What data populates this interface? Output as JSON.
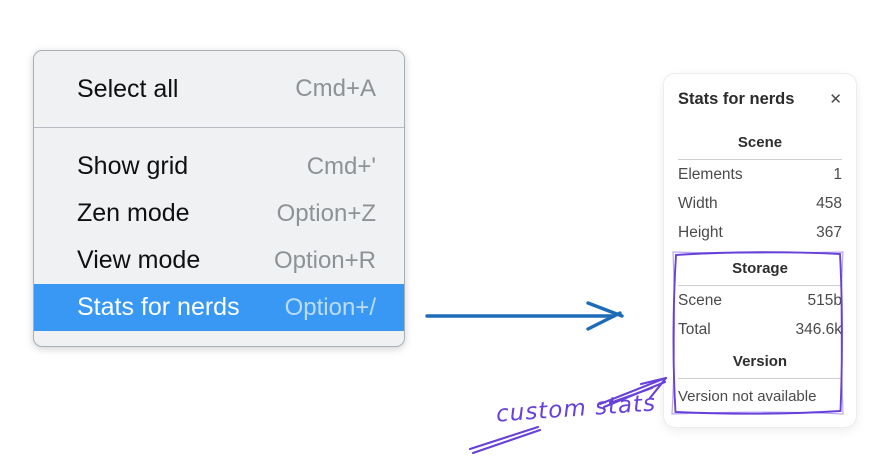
{
  "context_menu": {
    "items": [
      {
        "label": "Select all",
        "shortcut": "Cmd+A",
        "selected": false
      },
      {
        "label": "Show grid",
        "shortcut": "Cmd+'",
        "selected": false
      },
      {
        "label": "Zen mode",
        "shortcut": "Option+Z",
        "selected": false
      },
      {
        "label": "View mode",
        "shortcut": "Option+R",
        "selected": false
      },
      {
        "label": "Stats for nerds",
        "shortcut": "Option+/",
        "selected": true
      }
    ],
    "selected_item": "Stats for nerds"
  },
  "stats_panel": {
    "title": "Stats for nerds",
    "close_glyph": "✕",
    "sections": [
      {
        "header": "Scene",
        "rows": [
          {
            "label": "Elements",
            "value": "1"
          },
          {
            "label": "Width",
            "value": "458"
          },
          {
            "label": "Height",
            "value": "367"
          }
        ]
      },
      {
        "header": "Storage",
        "rows": [
          {
            "label": "Scene",
            "value": "515b"
          },
          {
            "label": "Total",
            "value": "346.6k"
          }
        ]
      },
      {
        "header": "Version",
        "note": "Version not available"
      }
    ]
  },
  "annotation": {
    "label": "custom stats"
  },
  "colors": {
    "menu_highlight": "#3898f3",
    "menu_background": "#f0f1f3",
    "blue_arrow": "#1e6cb8",
    "annotation_purple": "#6741d9"
  }
}
